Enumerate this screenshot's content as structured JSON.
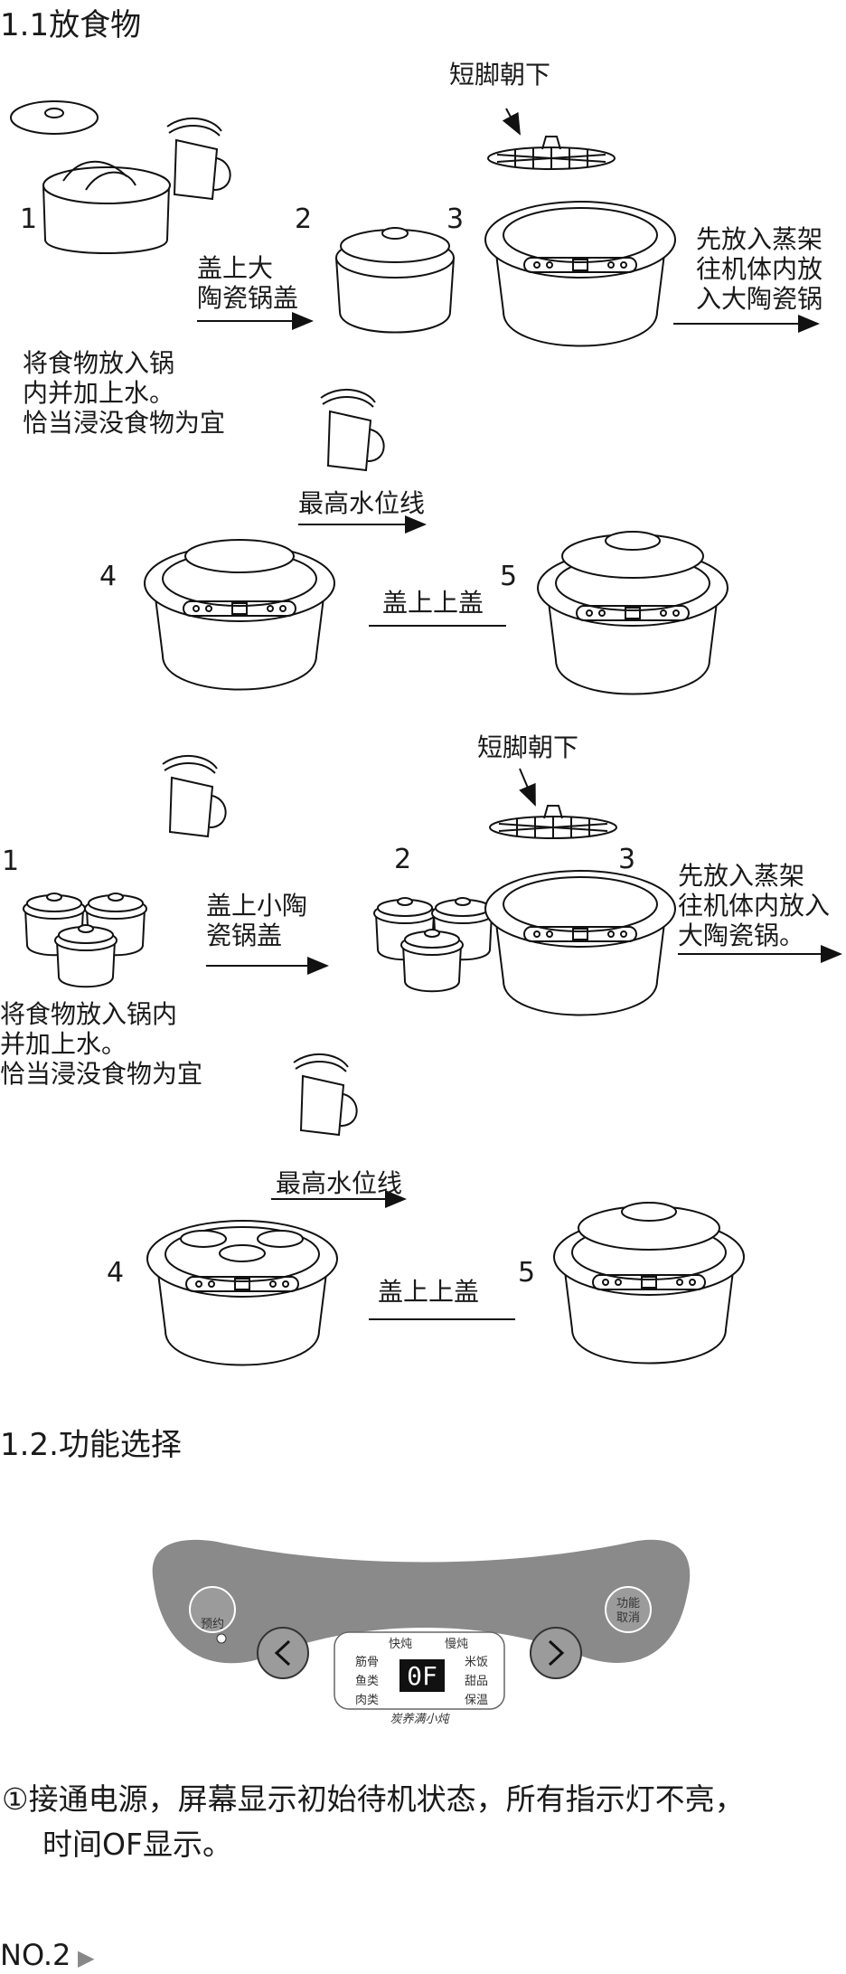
{
  "section1": {
    "title": "1.1放食物",
    "setA": {
      "label_legs": "短脚朝下",
      "step1_caption": [
        "将食物放入锅",
        "内并加上水。",
        "恰当浸没食物为宜"
      ],
      "arrow1_label": [
        "盖上大",
        "陶瓷锅盖"
      ],
      "arrow3_label": [
        "先放入蒸架",
        "往机体内放",
        "入大陶瓷锅"
      ],
      "max_water": "最高水位线",
      "cover_label": "盖上上盖",
      "steps": [
        "1",
        "2",
        "3",
        "4",
        "5"
      ]
    },
    "setB": {
      "label_legs": "短脚朝下",
      "step1_caption": [
        "将食物放入锅内",
        "并加上水。",
        "恰当浸没食物为宜"
      ],
      "arrow1_label": [
        "盖上小陶",
        "瓷锅盖"
      ],
      "arrow3_label": [
        "先放入蒸架",
        "往机体内放入",
        "大陶瓷锅。"
      ],
      "max_water": "最高水位线",
      "cover_label": "盖上上盖",
      "steps": [
        "1",
        "2",
        "3",
        "4",
        "5"
      ]
    }
  },
  "section2": {
    "title": "1.2.功能选择",
    "panel": {
      "reserve": "预约",
      "function_cancel": [
        "功能",
        "取消"
      ],
      "quick": "快炖",
      "slow": "慢炖",
      "left_modes": [
        "筋骨",
        "鱼类",
        "肉类"
      ],
      "right_modes": [
        "米饭",
        "甜品",
        "保温"
      ],
      "display": "0F",
      "brand_text": "炭养满小炖"
    },
    "note": [
      "①接通电源，屏幕显示初始待机状态，所有指示灯不亮，",
      "时间OF显示。"
    ]
  },
  "footer": {
    "page": "NO.2"
  }
}
